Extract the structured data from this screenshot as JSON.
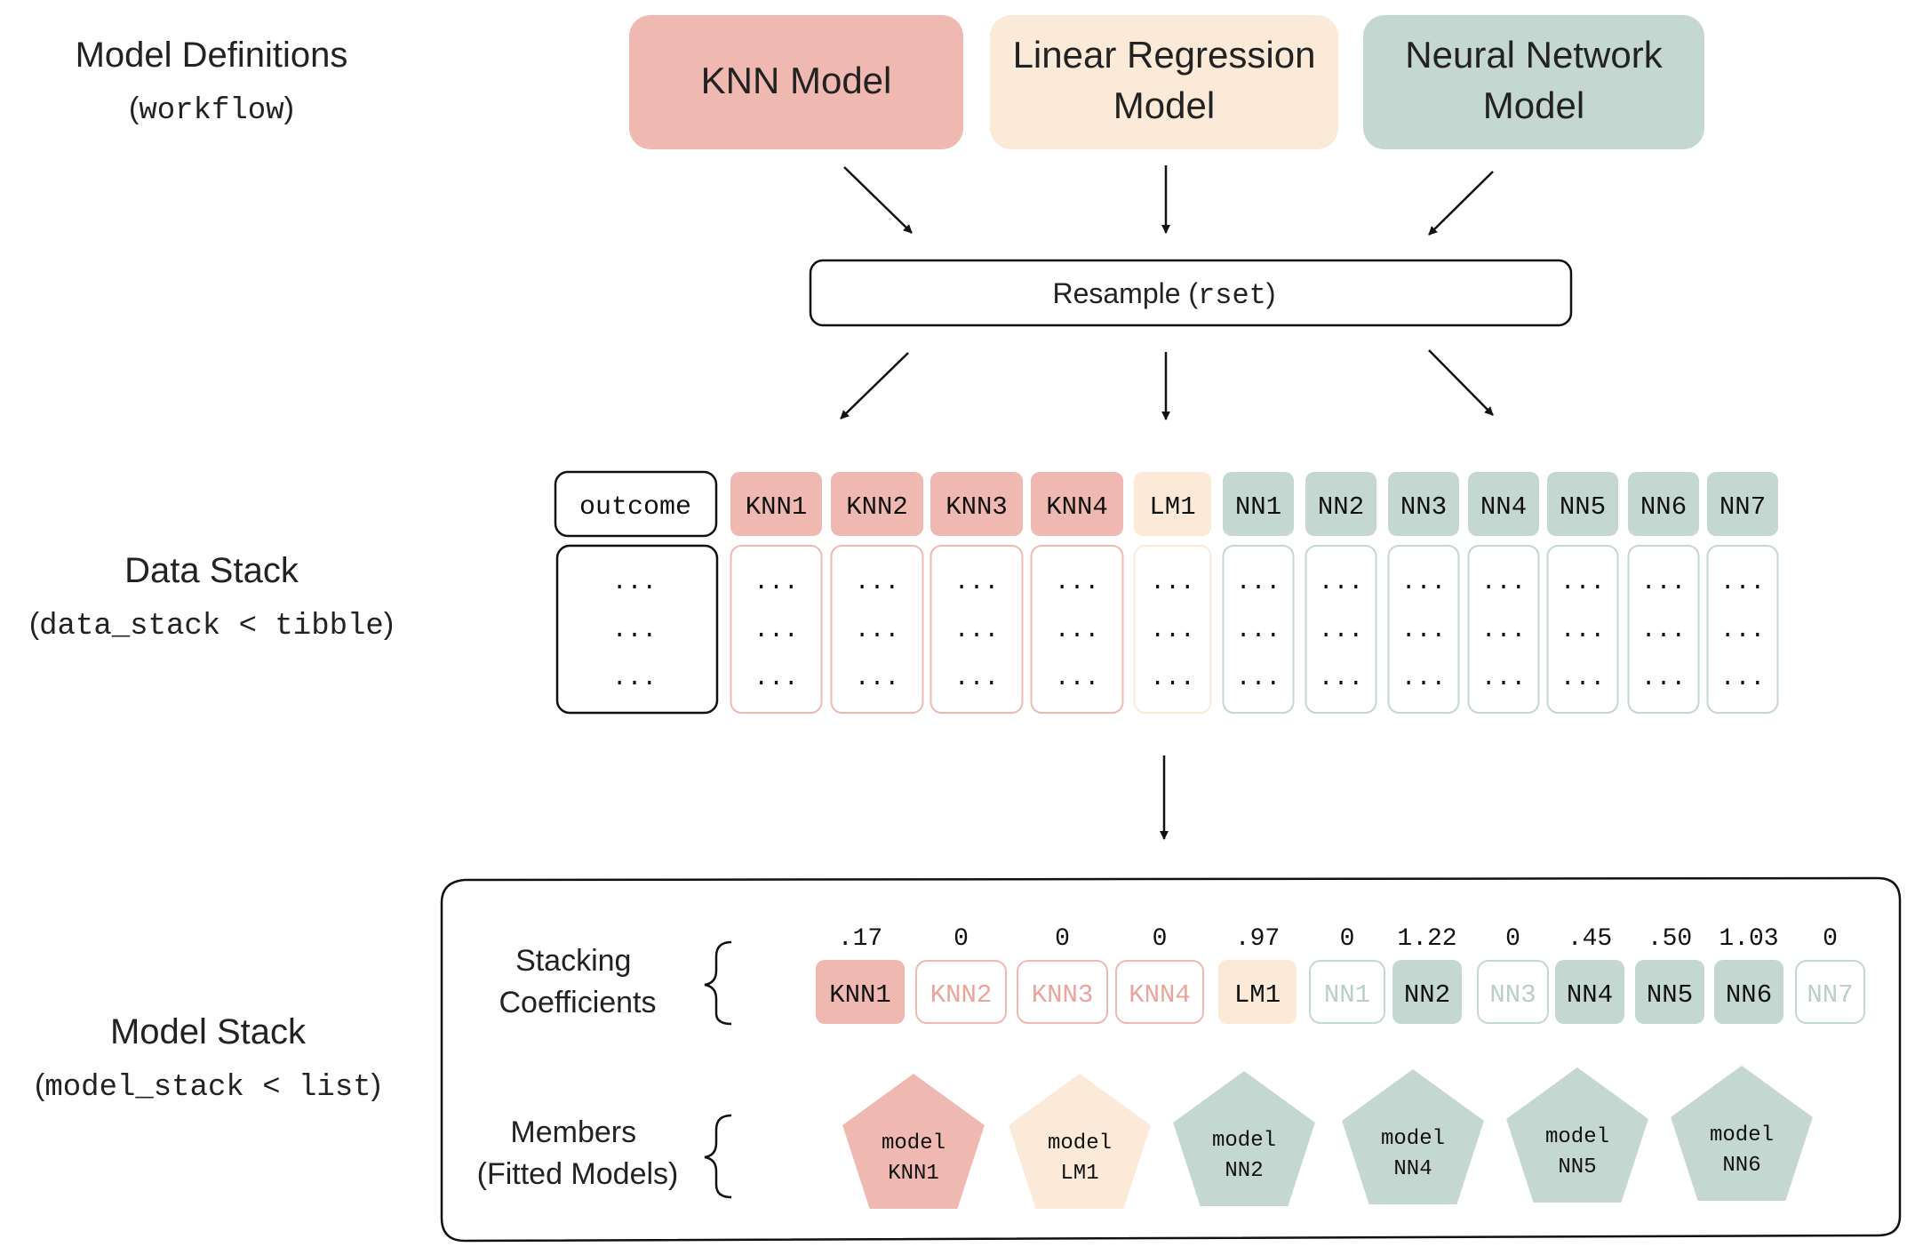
{
  "colors": {
    "knn": "#efb8b1",
    "knn_light": "#f6d5d0",
    "lm": "#fbead7",
    "nn": "#c4d7d0",
    "nn_light": "#d9e6e1",
    "stroke": "#111111"
  },
  "labels": {
    "model_definitions": "Model Definitions",
    "model_definitions_code": "workflow",
    "data_stack": "Data Stack",
    "data_stack_code": "data_stack < tibble",
    "model_stack": "Model Stack",
    "model_stack_code": "model_stack < list",
    "stacking_coefficients_1": "Stacking",
    "stacking_coefficients_2": "Coefficients",
    "members_1": "Members",
    "members_2": "(Fitted Models)"
  },
  "models": [
    {
      "label": "KNN Model",
      "type": "knn"
    },
    {
      "label": "Linear Regression Model",
      "type": "lm"
    },
    {
      "label": "Neural Network Model",
      "type": "nn"
    }
  ],
  "resample": {
    "label": "Resample",
    "code": "rset"
  },
  "data_stack": {
    "outcome_label": "outcome",
    "ellipsis": "...",
    "columns": [
      {
        "label": "KNN1",
        "type": "knn"
      },
      {
        "label": "KNN2",
        "type": "knn"
      },
      {
        "label": "KNN3",
        "type": "knn"
      },
      {
        "label": "KNN4",
        "type": "knn"
      },
      {
        "label": "LM1",
        "type": "lm"
      },
      {
        "label": "NN1",
        "type": "nn"
      },
      {
        "label": "NN2",
        "type": "nn"
      },
      {
        "label": "NN3",
        "type": "nn"
      },
      {
        "label": "NN4",
        "type": "nn"
      },
      {
        "label": "NN5",
        "type": "nn"
      },
      {
        "label": "NN6",
        "type": "nn"
      },
      {
        "label": "NN7",
        "type": "nn"
      }
    ]
  },
  "coefficients": [
    {
      "label": "KNN1",
      "type": "knn",
      "value": ".17",
      "active": true
    },
    {
      "label": "KNN2",
      "type": "knn",
      "value": "0",
      "active": false
    },
    {
      "label": "KNN3",
      "type": "knn",
      "value": "0",
      "active": false
    },
    {
      "label": "KNN4",
      "type": "knn",
      "value": "0",
      "active": false
    },
    {
      "label": "LM1",
      "type": "lm",
      "value": ".97",
      "active": true
    },
    {
      "label": "NN1",
      "type": "nn",
      "value": "0",
      "active": false
    },
    {
      "label": "NN2",
      "type": "nn",
      "value": "1.22",
      "active": true
    },
    {
      "label": "NN3",
      "type": "nn",
      "value": "0",
      "active": false
    },
    {
      "label": "NN4",
      "type": "nn",
      "value": ".45",
      "active": true
    },
    {
      "label": "NN5",
      "type": "nn",
      "value": ".50",
      "active": true
    },
    {
      "label": "NN6",
      "type": "nn",
      "value": "1.03",
      "active": true
    },
    {
      "label": "NN7",
      "type": "nn",
      "value": "0",
      "active": false
    }
  ],
  "members": [
    {
      "line1": "model",
      "line2": "KNN1",
      "type": "knn"
    },
    {
      "line1": "model",
      "line2": "LM1",
      "type": "lm"
    },
    {
      "line1": "model",
      "line2": "NN2",
      "type": "nn"
    },
    {
      "line1": "model",
      "line2": "NN4",
      "type": "nn"
    },
    {
      "line1": "model",
      "line2": "NN5",
      "type": "nn"
    },
    {
      "line1": "model",
      "line2": "NN6",
      "type": "nn"
    }
  ]
}
